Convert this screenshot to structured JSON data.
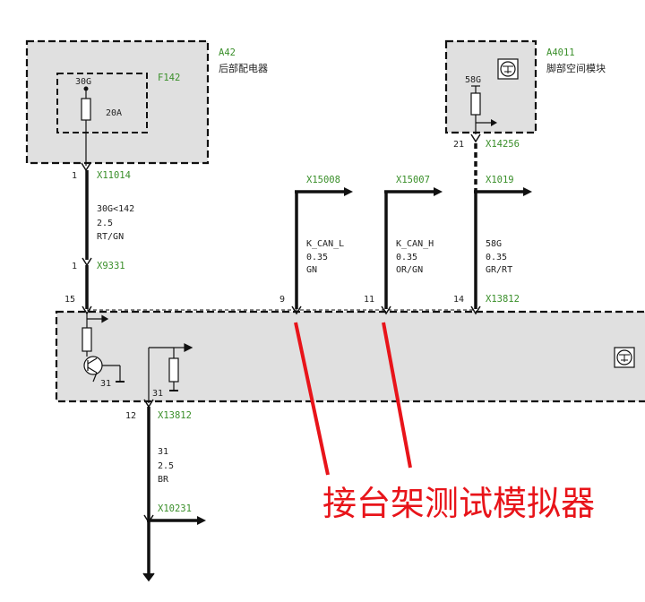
{
  "colors": {
    "connector_green": "#3a8f2a",
    "annotation_red": "#e8141a",
    "module_fill": "#e0e0e0",
    "wire": "#111111"
  },
  "modules": {
    "a42": {
      "id": "A42",
      "name": "后部配电器"
    },
    "f142": {
      "id": "F142",
      "terminal": "30G",
      "rating": "20A"
    },
    "a4011": {
      "id": "A4011",
      "name": "脚部空间模块",
      "terminal": "58G"
    }
  },
  "connectors": {
    "x11014": {
      "id": "X11014",
      "pin": "1"
    },
    "x9331": {
      "id": "X9331",
      "pin": "1"
    },
    "x14256": {
      "id": "X14256",
      "pin": "21"
    },
    "x15008": {
      "id": "X15008"
    },
    "x15007": {
      "id": "X15007"
    },
    "x1019": {
      "id": "X1019"
    },
    "x13812_top": {
      "id": "X13812",
      "pins": [
        "15",
        "9",
        "11",
        "14"
      ]
    },
    "x13812_bottom": {
      "id": "X13812",
      "pin": "12"
    },
    "x10231": {
      "id": "X10231"
    }
  },
  "wires": {
    "w30g": {
      "signal": "30G<142",
      "size": "2.5",
      "color": "RT/GN"
    },
    "kcanl": {
      "signal": "K_CAN_L",
      "size": "0.35",
      "color": "GN"
    },
    "kcanh": {
      "signal": "K_CAN_H",
      "size": "0.35",
      "color": "OR/GN"
    },
    "w58g": {
      "signal": "58G",
      "size": "0.35",
      "color": "GR/RT"
    },
    "w31": {
      "signal": "31",
      "size": "2.5",
      "color": "BR"
    }
  },
  "ground_labels": [
    "31",
    "31"
  ],
  "annotation": {
    "text": "接台架测试模拟器"
  }
}
